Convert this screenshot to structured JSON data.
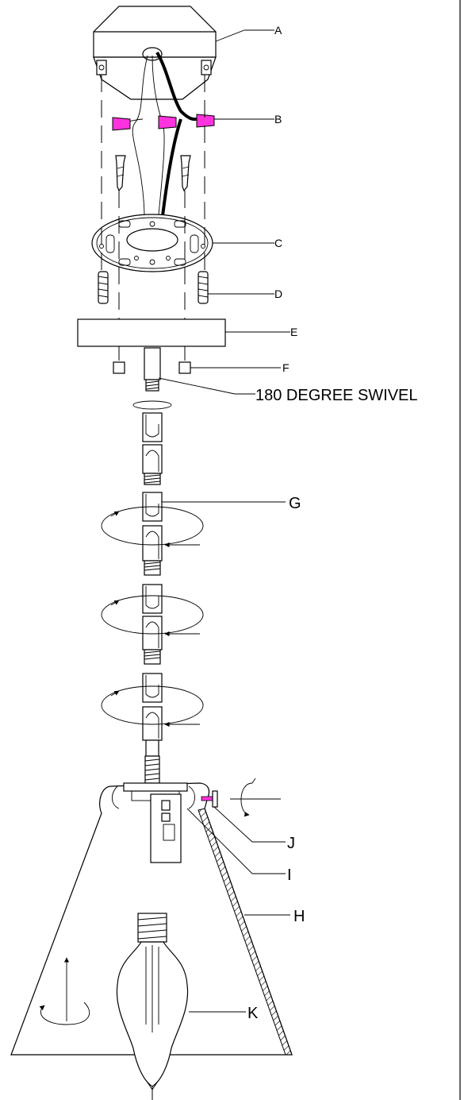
{
  "labels": {
    "a": "A",
    "b": "B",
    "c": "C",
    "d": "D",
    "e": "E",
    "f": "F",
    "swivel": "180 DEGREE SWIVEL",
    "g": "G",
    "j": "J",
    "i": "I",
    "h": "H",
    "k": "K"
  },
  "colors": {
    "wire_nut": "#ff33dd",
    "line": "#000000"
  }
}
